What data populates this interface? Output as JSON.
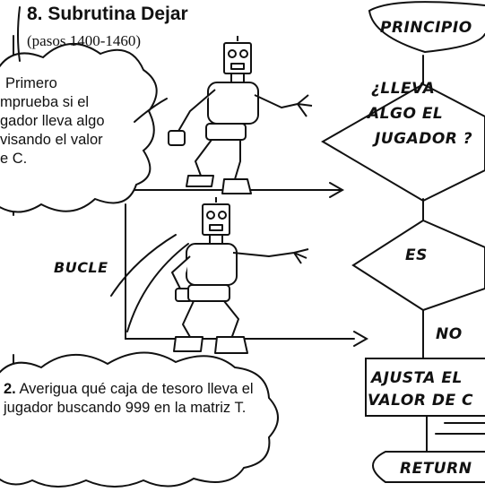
{
  "heading": {
    "title": "8. Subrutina Dejar",
    "subtitle": "(pasos 1400-1460)"
  },
  "notes": {
    "first": {
      "lines": [
        "Primero",
        "mprueba si el",
        "gador lleva algo",
        "visando el valor",
        "e C."
      ]
    },
    "second": {
      "number": "2.",
      "text": " Averigua qué caja de tesoro lleva el jugador buscando 999 en la matriz T."
    }
  },
  "loop_label": "BUCLE",
  "flowchart": {
    "start": "PRINCIPIO",
    "decision_1": [
      "¿LLEVA",
      "ALGO EL",
      "JUGADOR ?"
    ],
    "decision_2": "ES",
    "no_label": "NO",
    "process": [
      "AJUSTA EL",
      "VALOR DE C"
    ],
    "end": "RETURN"
  }
}
